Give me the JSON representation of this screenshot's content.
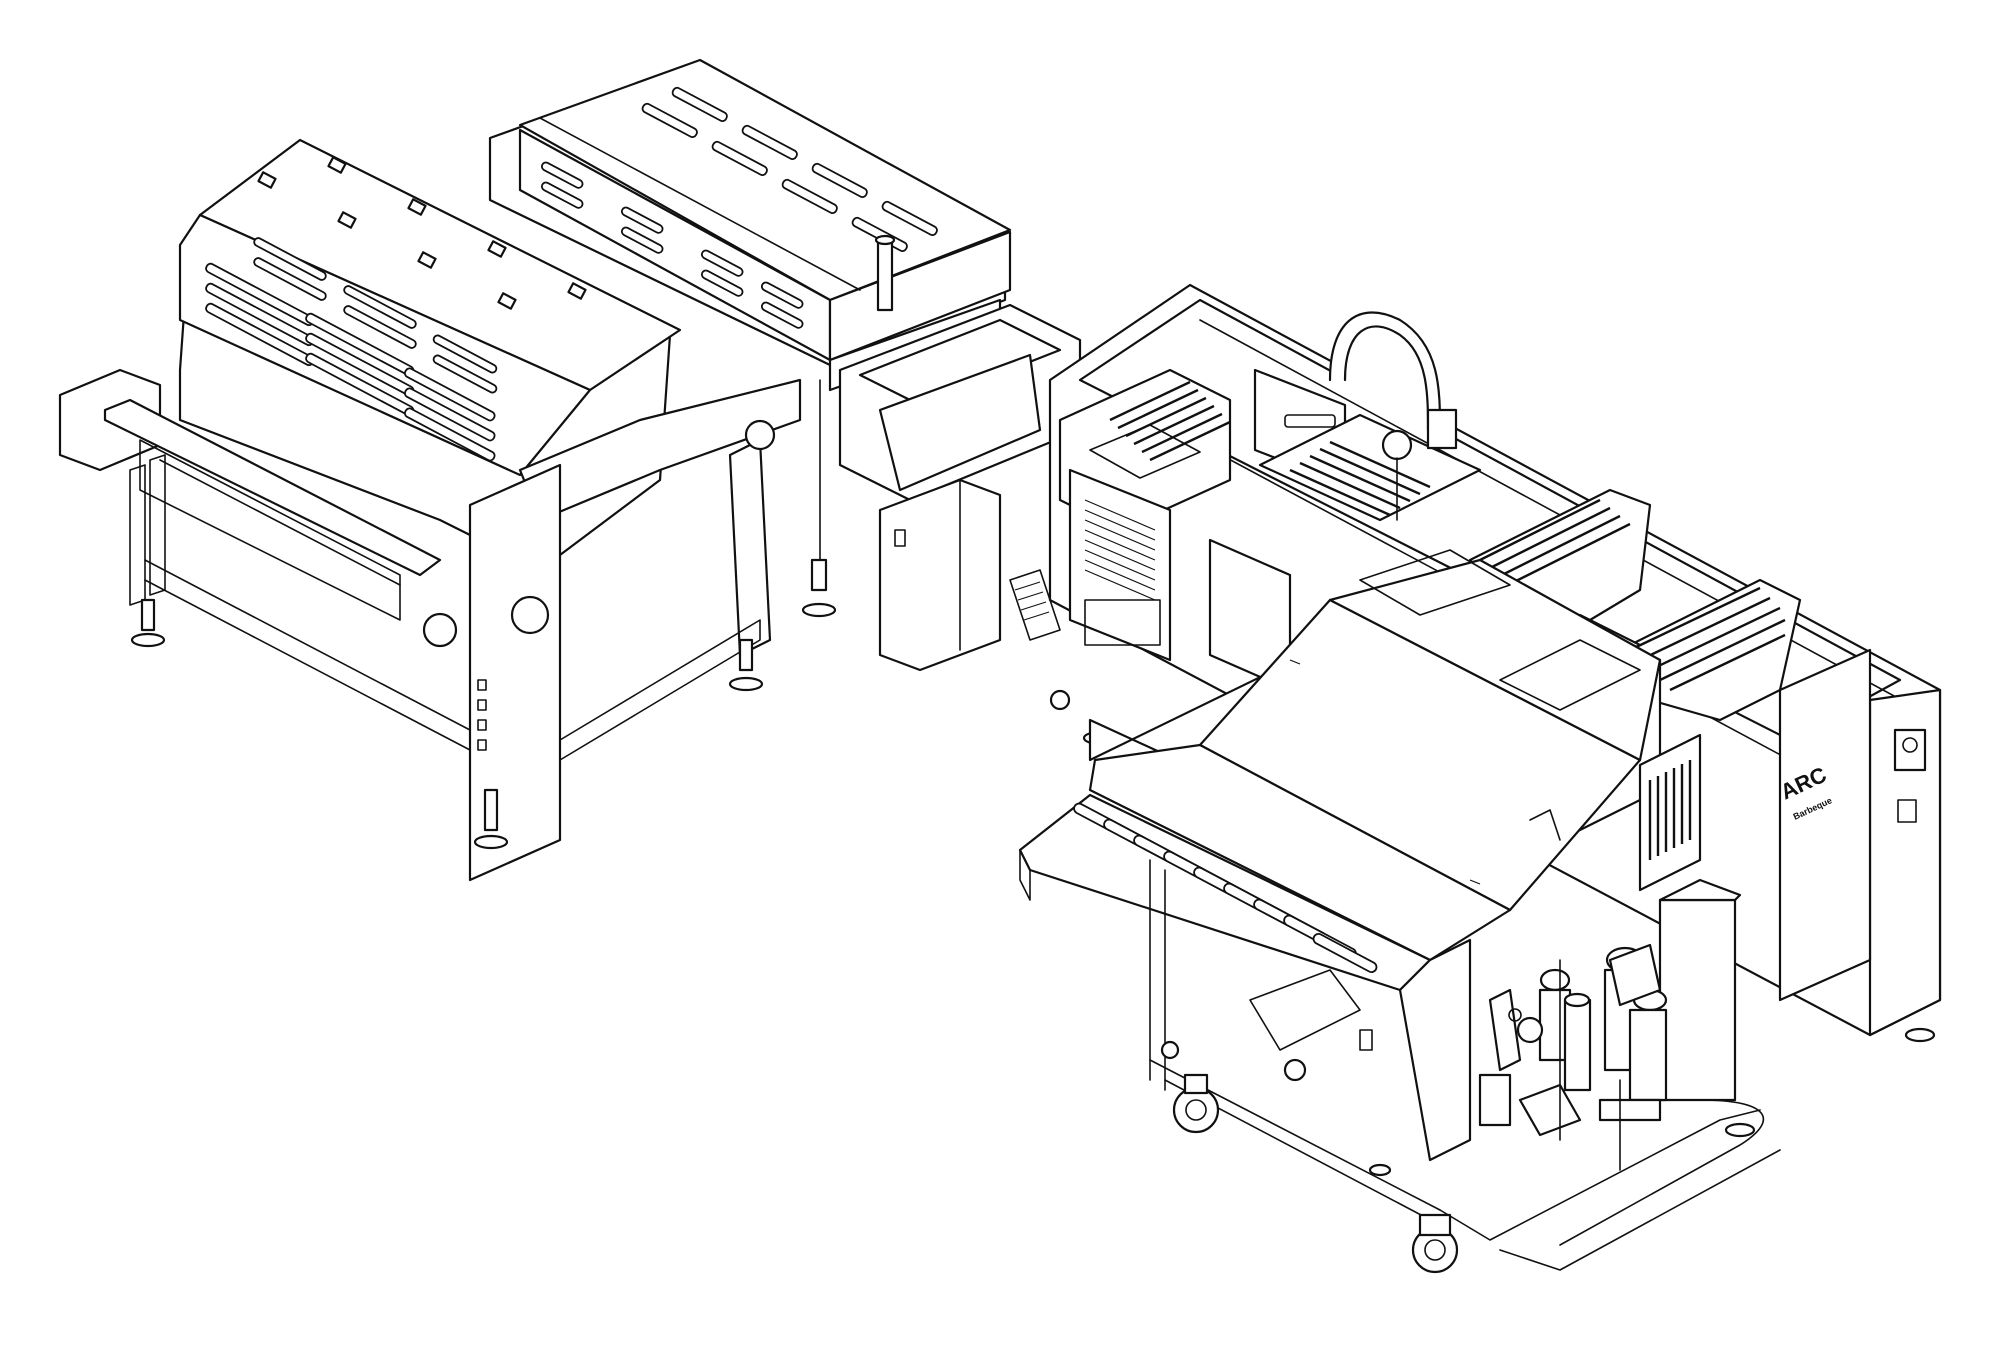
{
  "diagram": {
    "logo_left": "ARC",
    "logo_right": "ARC",
    "logo_right_sub": "Barbeque"
  }
}
